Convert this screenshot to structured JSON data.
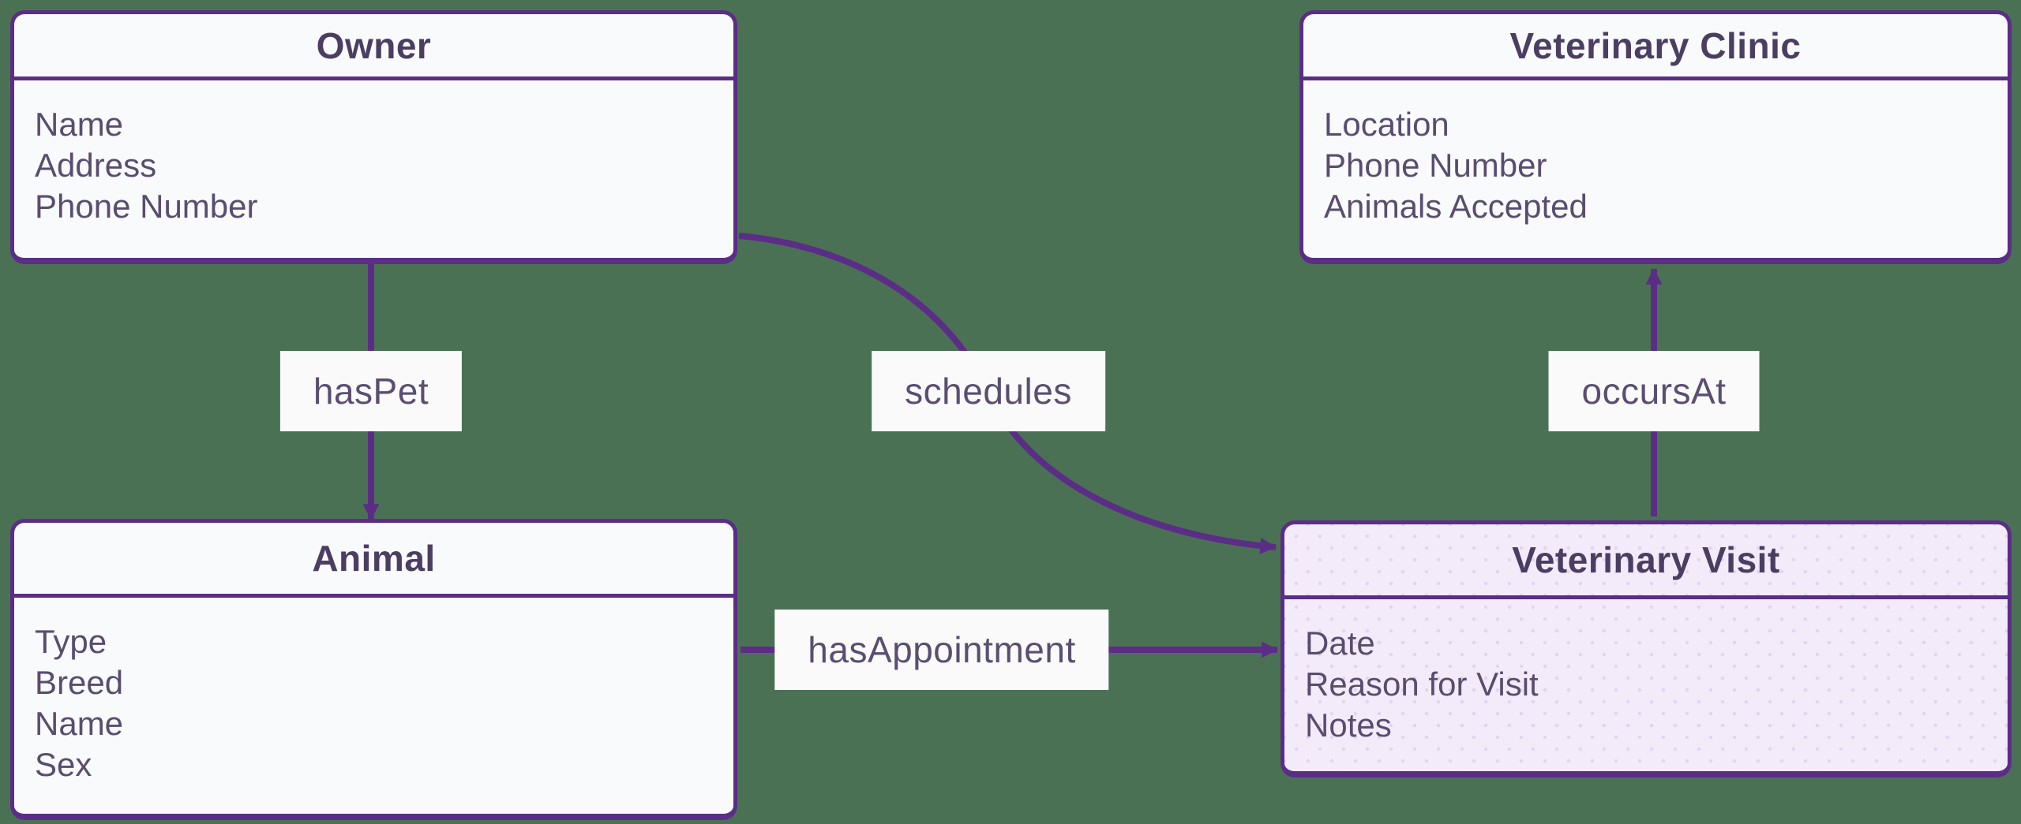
{
  "diagram": {
    "type": "entity-relationship",
    "entities": {
      "owner": {
        "title": "Owner",
        "attributes": [
          "Name",
          "Address",
          "Phone Number"
        ]
      },
      "clinic": {
        "title": "Veterinary Clinic",
        "attributes": [
          "Location",
          "Phone Number",
          "Animals Accepted"
        ]
      },
      "animal": {
        "title": "Animal",
        "attributes": [
          "Type",
          "Breed",
          "Name",
          "Sex"
        ]
      },
      "visit": {
        "title": "Veterinary Visit",
        "attributes": [
          "Date",
          "Reason for Visit",
          "Notes"
        ]
      }
    },
    "relationships": [
      {
        "label": "hasPet",
        "from": "Owner",
        "to": "Animal"
      },
      {
        "label": "schedules",
        "from": "Owner",
        "to": "Veterinary Visit"
      },
      {
        "label": "occursAt",
        "from": "Veterinary Visit",
        "to": "Veterinary Clinic"
      },
      {
        "label": "hasAppointment",
        "from": "Animal",
        "to": "Veterinary Visit"
      }
    ]
  },
  "colors": {
    "background": "#4b7154",
    "stroke": "#5b2d87",
    "entity_fill": "#f9fafc",
    "highlight_fill": "#f4ebfa",
    "highlight_dot": "#e4d4ef",
    "title_text": "#4b3e62",
    "attribute_text": "#594d6f",
    "label_bg": "#fafafa",
    "label_text": "#5a4e71"
  }
}
